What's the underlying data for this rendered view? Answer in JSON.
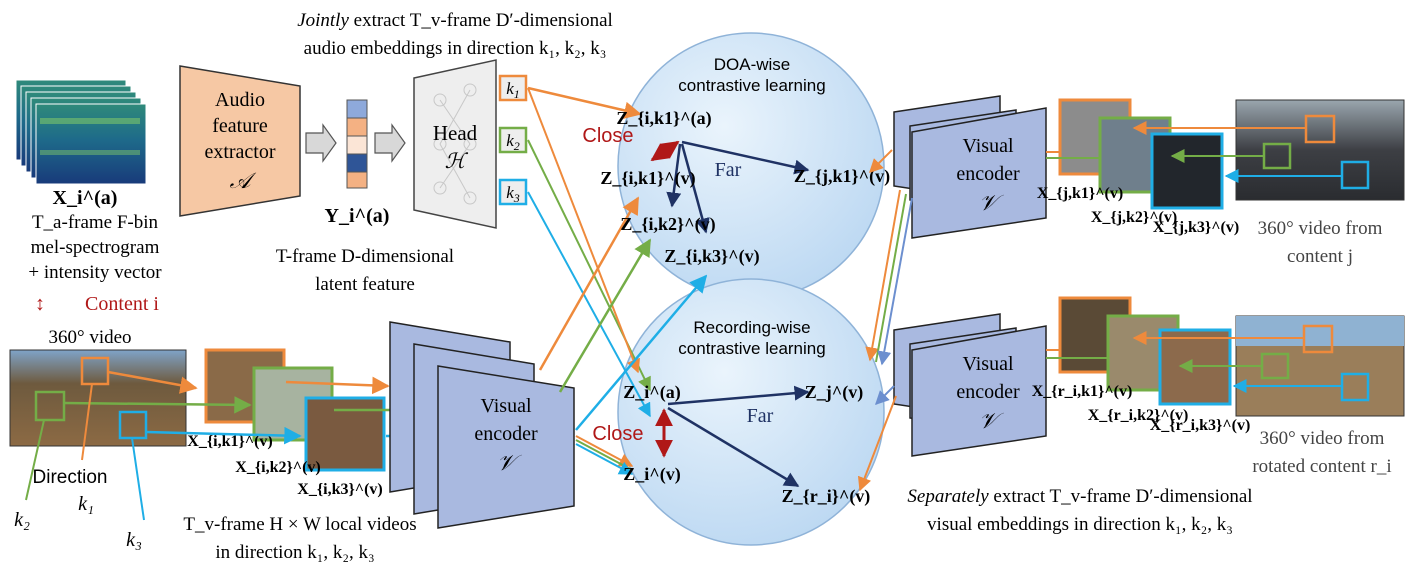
{
  "colors": {
    "orange": "#ee8a3c",
    "green": "#74ad47",
    "blue": "#1faee6",
    "navy": "#1f3264",
    "red": "#b01818",
    "audio_box": "#f6c8a4",
    "encoder_fill": "#a9b9e0",
    "sphere_fill": "#cfe4f7"
  },
  "top_caption": {
    "line1_italic": "Jointly",
    "line1_rest": "extract T_v-frame D′-dimensional",
    "line2": "audio embeddings in direction k₁, k₂, k₃"
  },
  "audio_input": {
    "label": "X_i^(a)",
    "desc_line1": "T_a-frame F-bin",
    "desc_line2": "mel-spectrogram",
    "desc_line3": "+ intensity vector"
  },
  "audio_extractor": {
    "line1": "Audio",
    "line2": "feature",
    "line3": "extractor",
    "symbol": "𝒜"
  },
  "latent": {
    "label": "Y_i^(a)",
    "desc_line1": "T-frame D-dimensional",
    "desc_line2": "latent feature"
  },
  "head": {
    "line1": "Head",
    "symbol": "ℋ"
  },
  "direction_tags": [
    "k1",
    "k2",
    "k3"
  ],
  "content_link": {
    "arrow": "↕",
    "label": "Content i"
  },
  "video_left": {
    "title": "360° video",
    "crops": [
      "X_{i,k1}^(v)",
      "X_{i,k2}^(v)",
      "X_{i,k3}^(v)"
    ],
    "direction_label": "Direction",
    "k1": "k₁",
    "k2": "k₂",
    "k3": "k₃",
    "desc_line1": "T_v-frame H × W local videos",
    "desc_line2": "in direction k₁, k₂, k₃"
  },
  "visual_encoder": {
    "line1": "Visual",
    "line2": "encoder",
    "symbol": "𝒱"
  },
  "doa_sphere": {
    "title_line1": "DOA-wise",
    "title_line2": "contrastive learning",
    "close": "Close",
    "far": "Far",
    "nodes": [
      "Z_{i,k1}^(a)",
      "Z_{i,k1}^(v)",
      "Z_{i,k2}^(v)",
      "Z_{i,k3}^(v)",
      "Z_{j,k1}^(v)"
    ]
  },
  "rec_sphere": {
    "title_line1": "Recording-wise",
    "title_line2": "contrastive learning",
    "close": "Close",
    "far": "Far",
    "nodes": [
      "Z_i^(a)",
      "Z_i^(v)",
      "Z_j^(v)",
      "Z_{r_i}^(v)"
    ]
  },
  "right_top": {
    "crops": [
      "X_{j,k1}^(v)",
      "X_{j,k2}^(v)",
      "X_{j,k3}^(v)"
    ],
    "caption_line1": "360° video from",
    "caption_line2": "content j"
  },
  "right_bottom": {
    "crops": [
      "X_{r_i,k1}^(v)",
      "X_{r_i,k2}^(v)",
      "X_{r_i,k3}^(v)"
    ],
    "caption_line1": "360° video from",
    "caption_line2": "rotated content r_i"
  },
  "bottom_caption": {
    "line1_italic": "Separately",
    "line1_rest": "extract T_v-frame D′-dimensional",
    "line2": "visual embeddings in direction k₁, k₂, k₃"
  }
}
